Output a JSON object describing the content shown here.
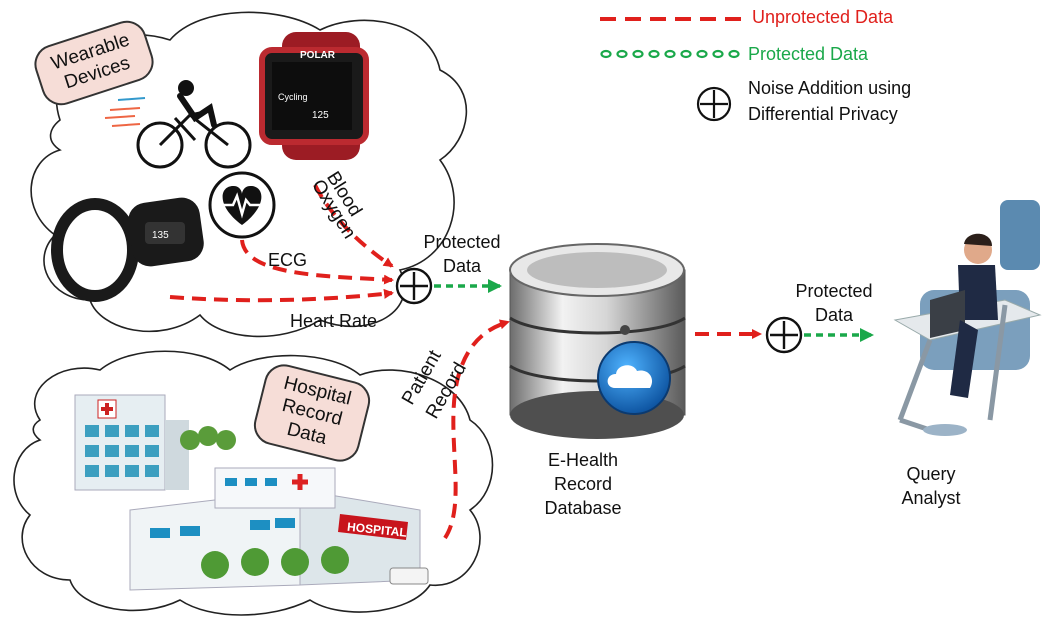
{
  "legend": {
    "unprotected": "Unprotected Data",
    "protected": "Protected Data",
    "noise": "Noise Addition using Differential Privacy",
    "noise_line1": "Noise Addition using",
    "noise_line2": "Differential Privacy",
    "colors": {
      "unprotected": "#e0201c",
      "protected": "#1aa84a"
    }
  },
  "clouds": {
    "wearable": {
      "title_line1": "Wearable",
      "title_line2": "Devices"
    },
    "hospital": {
      "title_line1": "Hospital",
      "title_line2": "Record",
      "title_line3": "Data",
      "sign": "HOSPITAL"
    }
  },
  "labels": {
    "blood_oxygen_line1": "Blood",
    "blood_oxygen_line2": "Oxygen",
    "ecg": "ECG",
    "heart_rate": "Heart Rate",
    "patient_record_line1": "Patient",
    "patient_record_line2": "Record",
    "protected_1_line1": "Protected",
    "protected_1_line2": "Data",
    "protected_2_line1": "Protected",
    "protected_2_line2": "Data"
  },
  "database": {
    "line1": "E-Health",
    "line2": "Record",
    "line3": "Database"
  },
  "analyst": {
    "line1": "Query",
    "line2": "Analyst"
  },
  "device_screens": {
    "watch_brand": "POLAR",
    "watch_line1": "Cycling",
    "watch_line2": "125",
    "band_value": "135"
  }
}
